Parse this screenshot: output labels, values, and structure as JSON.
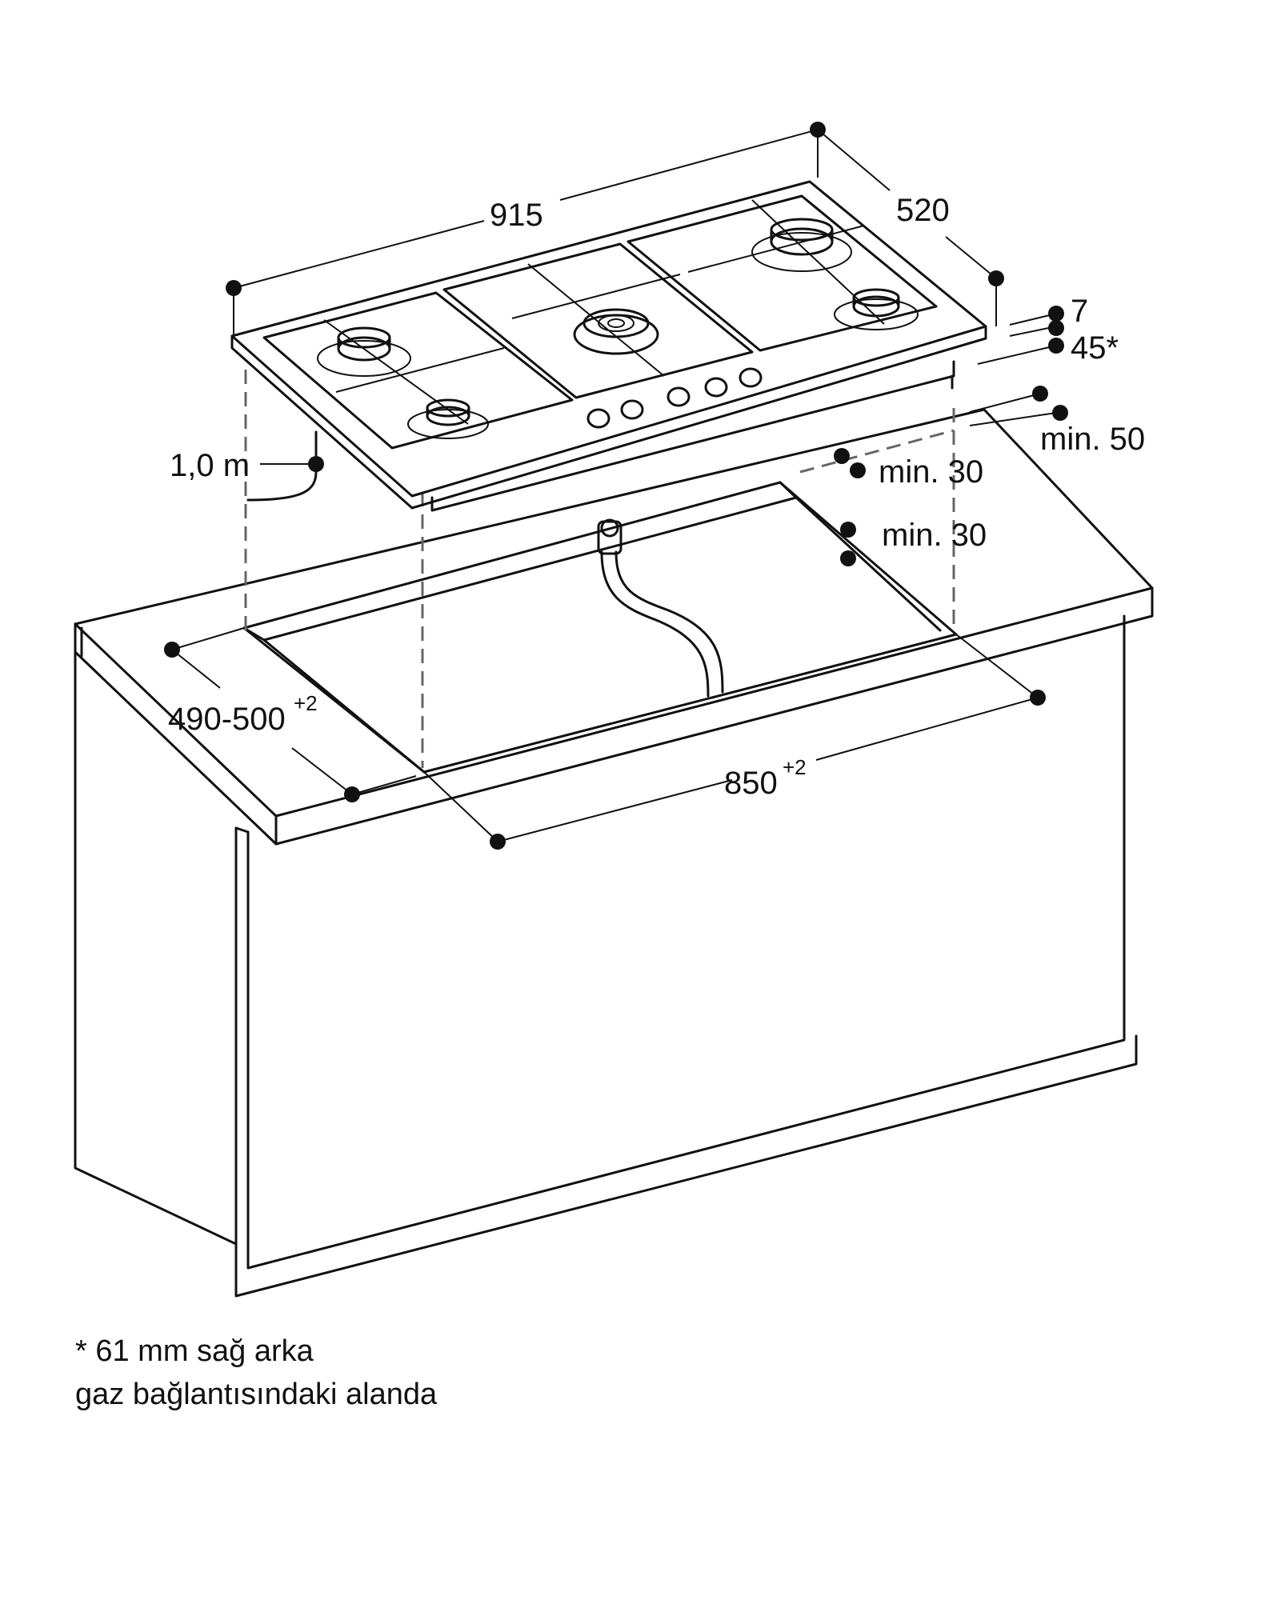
{
  "dimensions": {
    "width_hob": "915",
    "depth_hob": "520",
    "height_top": "7",
    "height_under": "45*",
    "rear_clearance": "min. 50",
    "side_clearance_right": "min. 30",
    "front_clearance": "min. 30",
    "cable_length": "1,0 m",
    "cutout_depth": "490-500",
    "cutout_depth_tol": "+2",
    "cutout_width": "850",
    "cutout_width_tol": "+2"
  },
  "footnote": {
    "line1": "* 61 mm sağ arka",
    "line2": "gaz bağlantısındaki alanda"
  },
  "colors": {
    "line": "#111111",
    "dash": "#666666",
    "background": "#ffffff"
  }
}
